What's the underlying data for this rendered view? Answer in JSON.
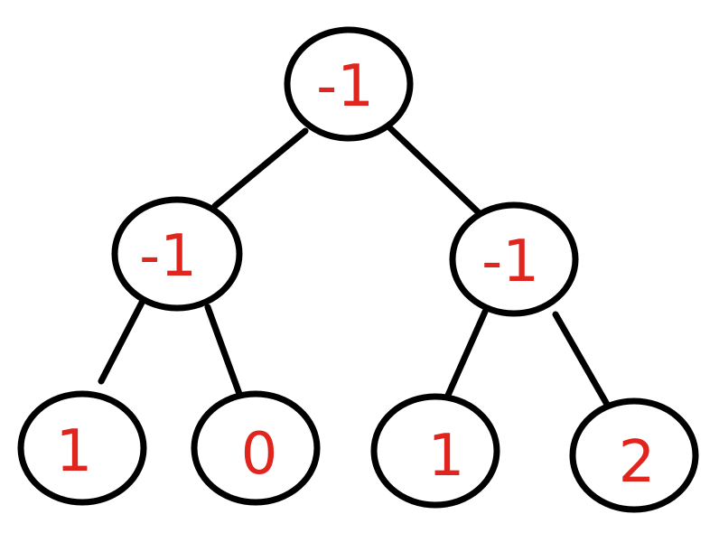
{
  "tree": {
    "label_color": "#e0251f",
    "line_color": "#000000",
    "nodes": [
      {
        "id": "root",
        "value": "-1",
        "children": [
          "left",
          "right"
        ]
      },
      {
        "id": "left",
        "value": "-1",
        "children": [
          "left-left",
          "left-right"
        ]
      },
      {
        "id": "right",
        "value": "-1",
        "children": [
          "right-left",
          "right-right"
        ]
      },
      {
        "id": "left-left",
        "value": "1",
        "children": []
      },
      {
        "id": "left-right",
        "value": "0",
        "children": []
      },
      {
        "id": "right-left",
        "value": "1",
        "children": []
      },
      {
        "id": "right-right",
        "value": "2",
        "children": []
      }
    ]
  }
}
